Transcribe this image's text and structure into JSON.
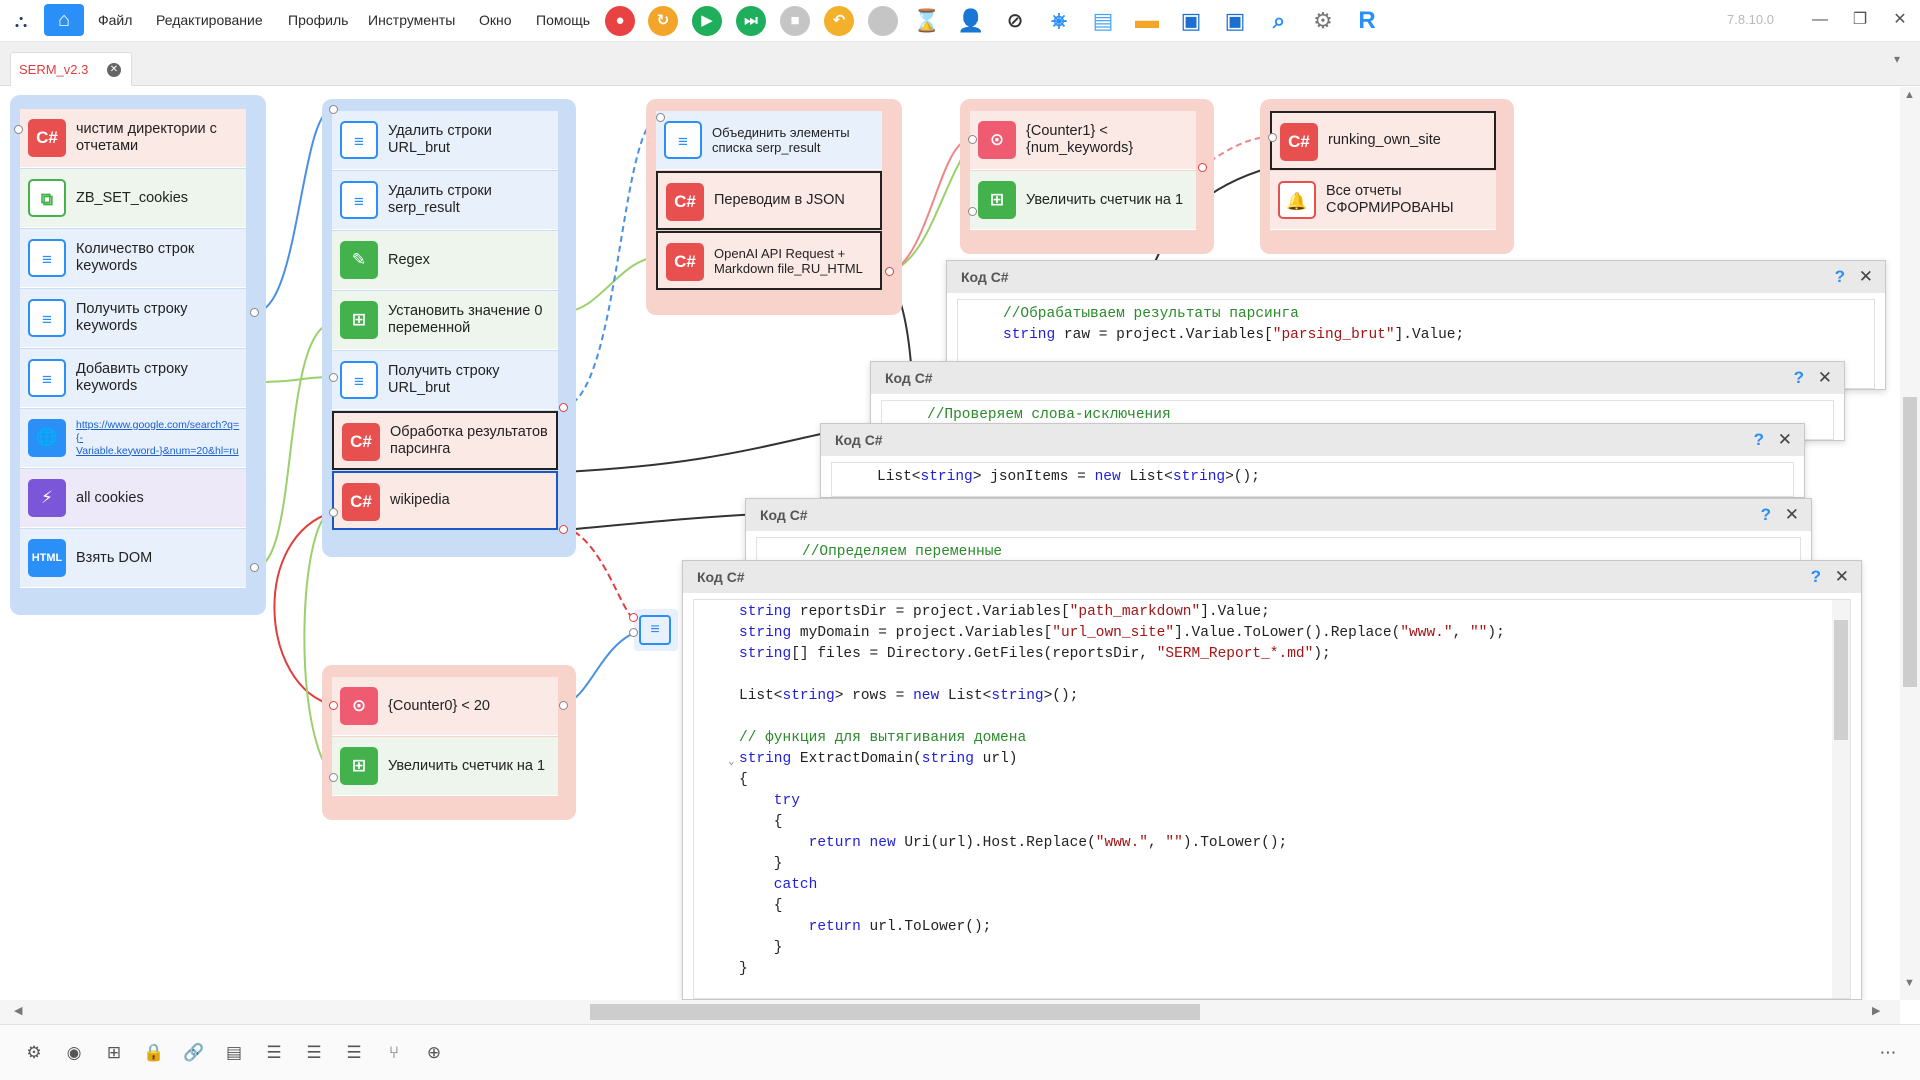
{
  "menu": [
    "Файл",
    "Редактирование",
    "Профиль",
    "Инструменты",
    "Окно",
    "Помощь"
  ],
  "toolbar_icons": [
    "stop-icon",
    "restart-icon",
    "play-icon",
    "step-icon",
    "pause-icon",
    "undo-icon",
    "record-icon",
    "hourglass-icon",
    "user-icon",
    "eye-off-icon",
    "network-icon",
    "file-icon",
    "folder-icon",
    "save-icon",
    "save-as-icon",
    "search-icon",
    "gear-icon",
    "r-icon"
  ],
  "version": "7.8.10.0",
  "window": {
    "minimize": "—",
    "restore": "❐",
    "close": "✕"
  },
  "tab": {
    "label": "SERM_v2.3",
    "close": "✕"
  },
  "group1": {
    "blocks": [
      {
        "label": "чистим директории с отчетами",
        "icon": "C#"
      },
      {
        "label": "ZB_SET_cookies",
        "icon": "⧉"
      },
      {
        "label": "Количество строк keywords",
        "icon": "≡"
      },
      {
        "label": "Получить строку keywords",
        "icon": "≡"
      },
      {
        "label": "Добавить строку keywords",
        "icon": "≡"
      },
      {
        "label": "https://www.google.com/search?q={-Variable.keyword-}&num=20&hl=ru",
        "icon": "🌐"
      },
      {
        "label": "all cookies",
        "icon": "⚡"
      },
      {
        "label": "Взять DOM",
        "icon": "HTML"
      }
    ]
  },
  "group2": {
    "blocks": [
      {
        "label": "Удалить строки URL_brut",
        "icon": "≡"
      },
      {
        "label": "Удалить строки serp_result",
        "icon": "≡"
      },
      {
        "label": "Regex",
        "icon": "✎"
      },
      {
        "label": "Установить значение 0 переменной",
        "icon": "⊞"
      },
      {
        "label": "Получить строку URL_brut",
        "icon": "≡"
      },
      {
        "label": "Обработка результатов парсинга",
        "icon": "C#"
      },
      {
        "label": "wikipedia",
        "icon": "C#"
      }
    ]
  },
  "group3": {
    "blocks": [
      {
        "label": "Объединить элементы списка serp_result",
        "icon": "≡"
      },
      {
        "label": "Переводим в JSON",
        "icon": "C#"
      },
      {
        "label": "OpenAI API Request + Markdown file_RU_HTML",
        "icon": "C#"
      }
    ]
  },
  "group4": {
    "blocks": [
      {
        "label": "{Counter1} < {num_keywords}",
        "icon": "⊙"
      },
      {
        "label": "Увеличить счетчик на 1",
        "icon": "⊞"
      }
    ]
  },
  "group5": {
    "blocks": [
      {
        "label": "runking_own_site",
        "icon": "C#"
      },
      {
        "label": "Все отчеты СФОРМИРОВАНЫ",
        "icon": "🔔"
      }
    ]
  },
  "group6": {
    "blocks": [
      {
        "label": "{Counter0} < 20",
        "icon": "⊙"
      },
      {
        "label": "Увеличить счетчик на 1",
        "icon": "⊞"
      }
    ]
  },
  "code_windows": [
    {
      "title": "Код C#",
      "help": "?",
      "close": "✕",
      "lines": [
        "//Обрабатываем результаты парсинга",
        "string raw = project.Variables[\"parsing_brut\"].Value;"
      ]
    },
    {
      "title": "Код C#",
      "help": "?",
      "close": "✕",
      "lines": [
        "//Проверяем слова-исключения"
      ]
    },
    {
      "title": "Код C#",
      "help": "?",
      "close": "✕",
      "lines": [
        "List<string> jsonItems = new List<string>();"
      ]
    },
    {
      "title": "Код C#",
      "help": "?",
      "close": "✕",
      "lines": [
        "//Определяем переменные"
      ]
    },
    {
      "title": "Код C#",
      "help": "?",
      "close": "✕",
      "lines": [
        "string reportsDir = project.Variables[\"path_markdown\"].Value;",
        "string myDomain = project.Variables[\"url_own_site\"].Value.ToLower().Replace(\"www.\", \"\");",
        "string[] files = Directory.GetFiles(reportsDir, \"SERM_Report_*.md\");",
        "",
        "List<string> rows = new List<string>();",
        "",
        "// функция для вытягивания домена",
        "string ExtractDomain(string url)",
        "{",
        "    try",
        "    {",
        "        return new Uri(url).Host.Replace(\"www.\", \"\").ToLower();",
        "    }",
        "    catch",
        "    {",
        "        return url.ToLower();",
        "    }",
        "}"
      ]
    }
  ],
  "bottom_icons": [
    "settings-icon",
    "user-circle-icon",
    "grid-icon",
    "lock-icon",
    "link-icon",
    "database-icon",
    "list-icon",
    "list-icon",
    "list-icon",
    "tree-icon",
    "add-icon"
  ],
  "bottom_more": "⋯"
}
